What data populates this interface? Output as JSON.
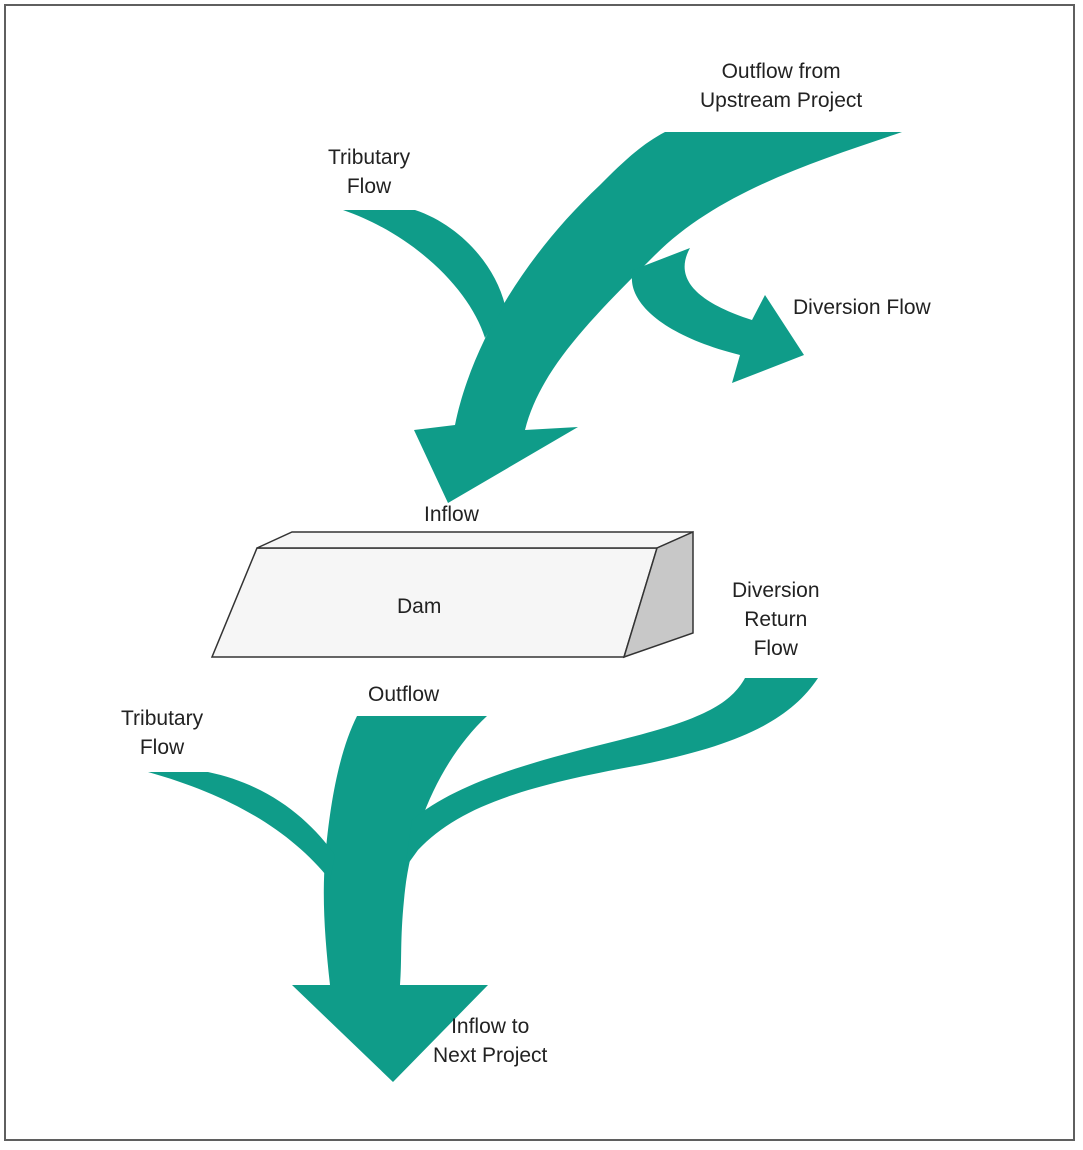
{
  "colors": {
    "flow": "#0f9c89",
    "border": "#5f5f5f",
    "dam_face": "#f6f6f6",
    "dam_side": "#c8c8c8",
    "text": "#222222"
  },
  "labels": {
    "outflow_upstream": [
      "Outflow from",
      "Upstream Project"
    ],
    "tributary_top": [
      "Tributary",
      "Flow"
    ],
    "diversion_flow": "Diversion Flow",
    "inflow": "Inflow",
    "dam": "Dam",
    "diversion_return": [
      "Diversion",
      "Return",
      "Flow"
    ],
    "outflow": "Outflow",
    "tributary_bottom": [
      "Tributary",
      "Flow"
    ],
    "inflow_next": [
      "Inflow to",
      "Next Project"
    ]
  }
}
